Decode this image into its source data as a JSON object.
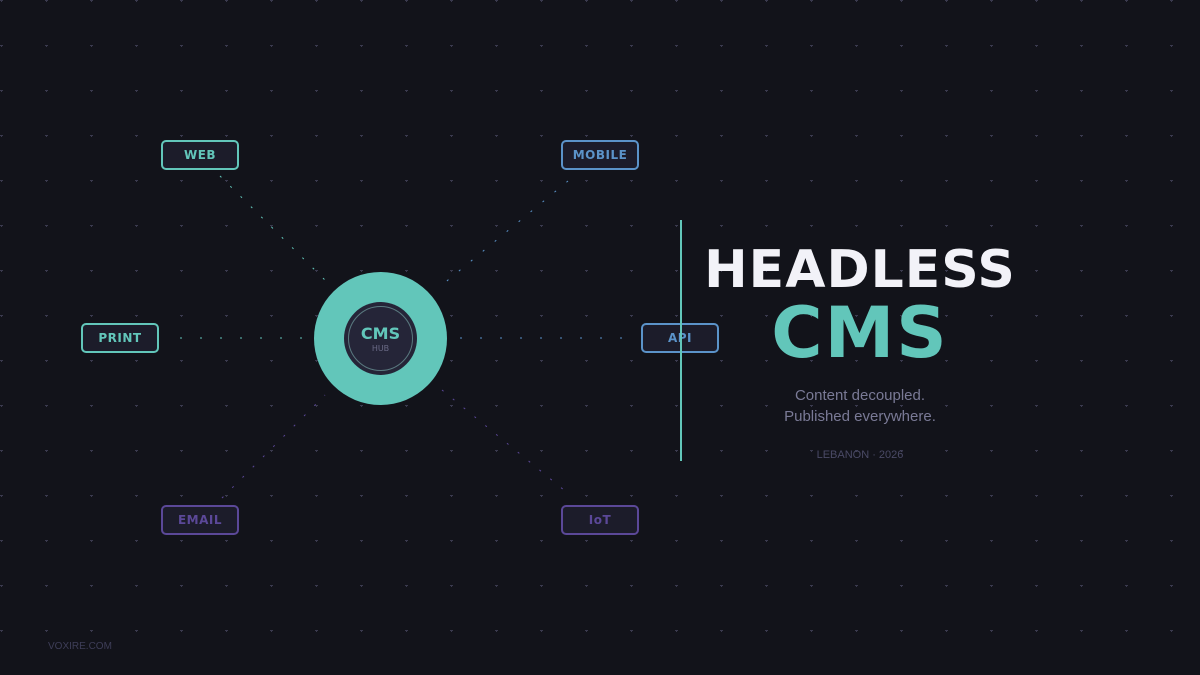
{
  "colors": {
    "background": "#12131a",
    "teal": "#62c6ba",
    "blue": "#5b93c9",
    "purple": "#5b4898",
    "dot": "#3a3a4e"
  },
  "hub": {
    "title": "CMS",
    "subtitle": "HUB"
  },
  "nodes": [
    {
      "label": "WEB",
      "color": "#62c6ba"
    },
    {
      "label": "MOBILE",
      "color": "#5b93c9"
    },
    {
      "label": "PRINT",
      "color": "#62c6ba"
    },
    {
      "label": "API",
      "color": "#5b93c9"
    },
    {
      "label": "EMAIL",
      "color": "#5b4898"
    },
    {
      "label": "IoT",
      "color": "#5b4898"
    }
  ],
  "hero": {
    "title_line1": "HEADLESS",
    "title_line2": "CMS",
    "tagline_line1": "Content decoupled.",
    "tagline_line2": "Published everywhere.",
    "location": "LEBANON · 2026"
  },
  "footer": {
    "site": "VOXIRE.COM"
  }
}
